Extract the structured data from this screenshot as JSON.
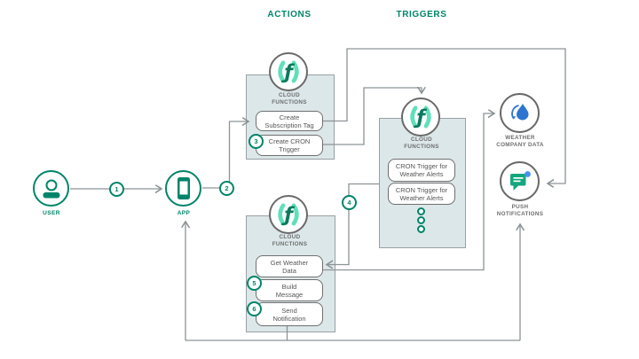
{
  "headers": {
    "actions": "ACTIONS",
    "triggers": "TRIGGERS"
  },
  "nodes": {
    "user": {
      "label": "USER"
    },
    "app": {
      "label": "APP"
    },
    "weather": {
      "line1": "WEATHER",
      "line2": "COMPANY DATA"
    },
    "push": {
      "line1": "PUSH",
      "line2": "NOTIFICATIONS"
    }
  },
  "badges": [
    "1",
    "2",
    "3",
    "4",
    "5",
    "6"
  ],
  "boxes": {
    "actions_cf": {
      "title1": "CLOUD",
      "title2": "FUNCTIONS",
      "items": [
        {
          "line1": "Create",
          "line2": "Subscription Tag"
        },
        {
          "line1": "Create CRON",
          "line2": "Trigger"
        }
      ]
    },
    "triggers_cf": {
      "title1": "CLOUD",
      "title2": "FUNCTIONS",
      "items": [
        {
          "line1": "CRON Trigger for",
          "line2": "Weather Alerts"
        },
        {
          "line1": "CRON Trigger for",
          "line2": "Weather Alerts"
        }
      ]
    },
    "sequence_cf": {
      "title1": "CLOUD",
      "title2": "FUNCTIONS",
      "items": [
        {
          "line1": "Get Weather",
          "line2": "Data"
        },
        {
          "line1": "Build",
          "line2": "Message"
        },
        {
          "line1": "Send",
          "line2": "Notification"
        }
      ]
    }
  },
  "colors": {
    "teal": "#00856A",
    "line": "#8c9396",
    "boxfill": "#dce7e9",
    "boxborder": "#9aa0a3",
    "circleborder": "#6a6a6a",
    "graytext": "#6e6e6e",
    "whiteborder": "#6f6f6f",
    "whitetext": "#565656",
    "mint": "#5fe0ba",
    "fdark": "#0b7a5e",
    "blue": "#2e75d0",
    "pushteal": "#13a77e",
    "dotblue": "#4a90f4"
  }
}
